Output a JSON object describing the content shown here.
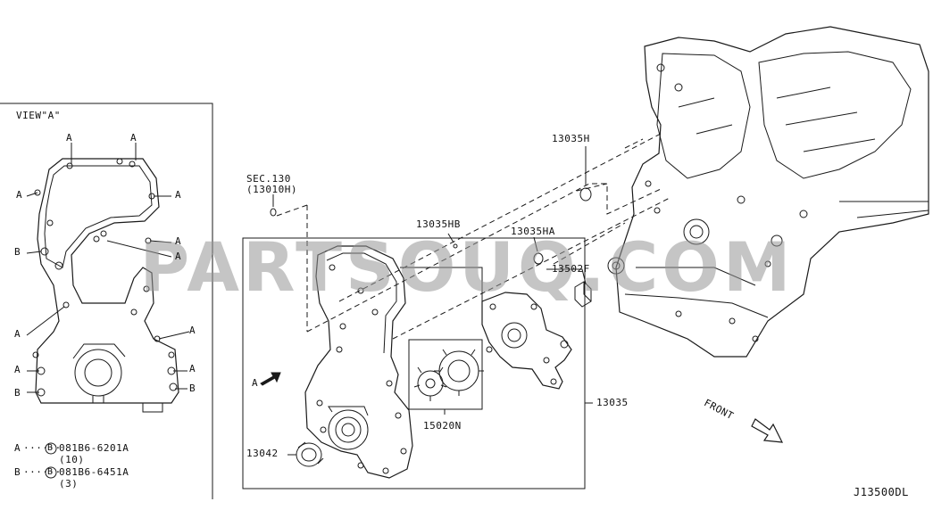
{
  "watermark": "PARTSOUQ.COM",
  "diagram_id": "J13500DL",
  "view": {
    "title": "VIEW\"A\"",
    "marks": [
      "A",
      "A",
      "A",
      "A",
      "B",
      "A",
      "A",
      "A",
      "A",
      "A",
      "A",
      "B",
      "B"
    ],
    "legend": [
      {
        "key": "A",
        "code": "081B6-6201A",
        "qty": "(10)"
      },
      {
        "key": "B",
        "code": "081B6-6451A",
        "qty": "(3)"
      }
    ],
    "legend_bolt_symbol": "B"
  },
  "parts": {
    "sec_ref": "SEC.130",
    "sec_sub": "(13010H)",
    "p13035H": "13035H",
    "p13035HB": "13035HB",
    "p13035HA": "13035HA",
    "p13502F": "13502F",
    "p13035": "13035",
    "p15020N": "15020N",
    "p13042": "13042",
    "arrow_a": "A"
  },
  "front_label": "FRONT"
}
